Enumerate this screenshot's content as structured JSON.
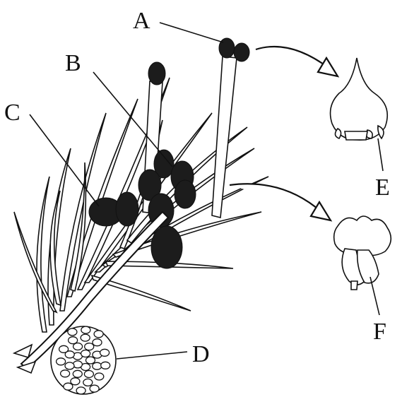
{
  "labels": {
    "a": "A",
    "b": "B",
    "c": "C",
    "d": "D",
    "e": "E",
    "f": "F"
  },
  "colors": {
    "ink": "#111111",
    "background": "#ffffff",
    "cone_fill": "#1c1c1c"
  }
}
